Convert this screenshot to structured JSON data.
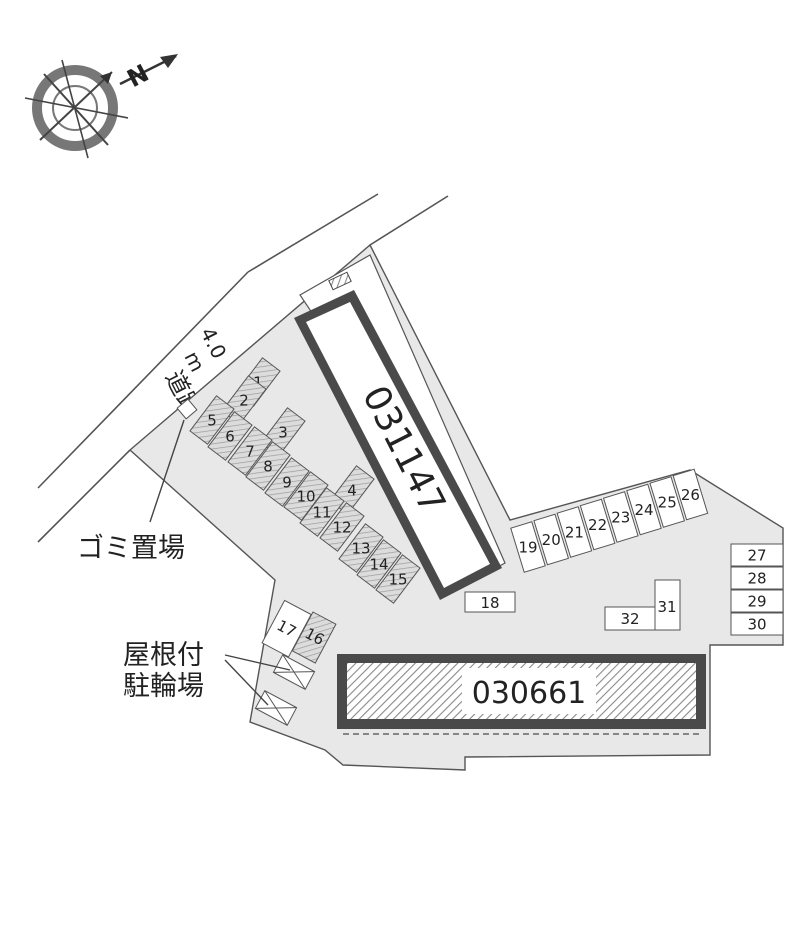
{
  "compass": {
    "north_label": "N",
    "icon": "compass-rose-icon"
  },
  "road": {
    "width_label": "4.0",
    "unit_label": "m",
    "name_label": "道路"
  },
  "buildings": {
    "main_tall": "031147",
    "main_long": "030661"
  },
  "labels": {
    "garbage": "ゴミ置場",
    "bike_line1": "屋根付",
    "bike_line2": "駐輪場"
  },
  "parking": {
    "cluster_a": [
      "1",
      "2",
      "3",
      "5",
      "6",
      "7",
      "8",
      "9",
      "10",
      "4",
      "11",
      "12",
      "13",
      "14",
      "15"
    ],
    "row_right": [
      "19",
      "20",
      "21",
      "22",
      "23",
      "24",
      "25",
      "26"
    ],
    "column_right": [
      "27",
      "28",
      "29",
      "30"
    ],
    "singles": {
      "s16": "16",
      "s17": "17",
      "s18": "18",
      "s31": "31",
      "s32": "32"
    }
  },
  "colors": {
    "site": "#e8e8e8",
    "outline": "#555555",
    "building_frame": "#4a4a4a",
    "hatch": "#8a8a8a"
  }
}
